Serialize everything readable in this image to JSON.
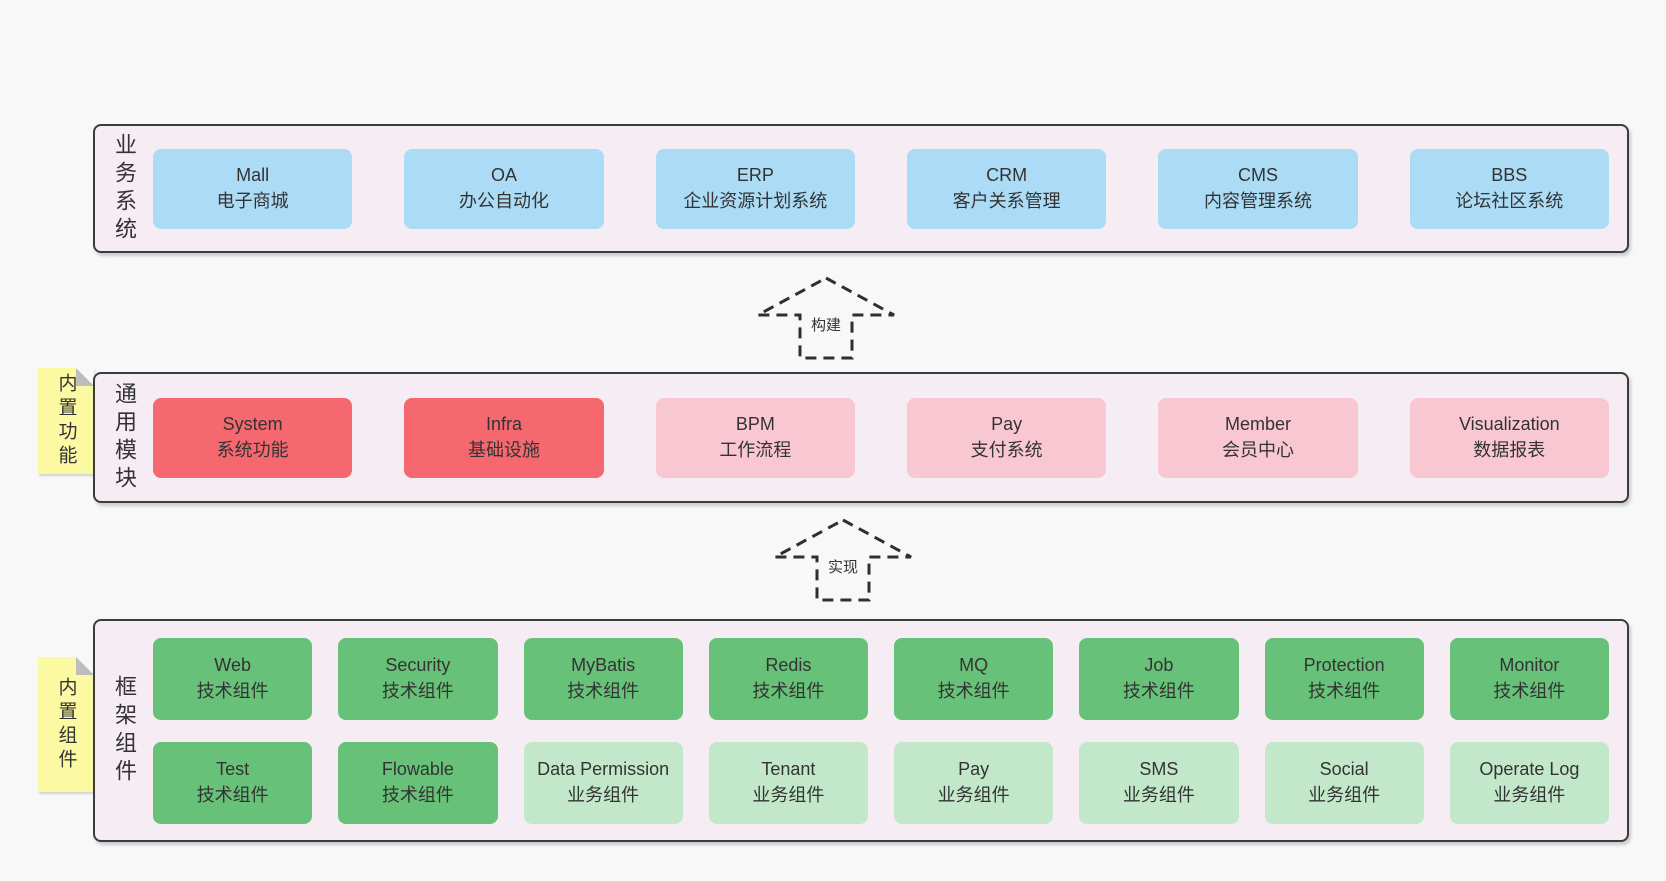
{
  "layers": {
    "business": {
      "side_label": "业务系统",
      "boxes": [
        {
          "en": "Mall",
          "zh": "电子商城"
        },
        {
          "en": "OA",
          "zh": "办公自动化"
        },
        {
          "en": "ERP",
          "zh": "企业资源计划系统"
        },
        {
          "en": "CRM",
          "zh": "客户关系管理"
        },
        {
          "en": "CMS",
          "zh": "内容管理系统"
        },
        {
          "en": "BBS",
          "zh": "论坛社区系统"
        }
      ]
    },
    "modules": {
      "side_label": "通用模块",
      "sticky_note": "内置功能",
      "boxes": [
        {
          "en": "System",
          "zh": "系统功能",
          "variant": "red"
        },
        {
          "en": "Infra",
          "zh": "基础设施",
          "variant": "red"
        },
        {
          "en": "BPM",
          "zh": "工作流程",
          "variant": "pink"
        },
        {
          "en": "Pay",
          "zh": "支付系统",
          "variant": "pink"
        },
        {
          "en": "Member",
          "zh": "会员中心",
          "variant": "pink"
        },
        {
          "en": "Visualization",
          "zh": "数据报表",
          "variant": "pink"
        }
      ]
    },
    "components": {
      "side_label": "框架组件",
      "sticky_note": "内置组件",
      "row1": [
        {
          "en": "Web",
          "zh": "技术组件",
          "variant": "green"
        },
        {
          "en": "Security",
          "zh": "技术组件",
          "variant": "green"
        },
        {
          "en": "MyBatis",
          "zh": "技术组件",
          "variant": "green"
        },
        {
          "en": "Redis",
          "zh": "技术组件",
          "variant": "green"
        },
        {
          "en": "MQ",
          "zh": "技术组件",
          "variant": "green"
        },
        {
          "en": "Job",
          "zh": "技术组件",
          "variant": "green"
        },
        {
          "en": "Protection",
          "zh": "技术组件",
          "variant": "green"
        },
        {
          "en": "Monitor",
          "zh": "技术组件",
          "variant": "green"
        }
      ],
      "row2": [
        {
          "en": "Test",
          "zh": "技术组件",
          "variant": "green"
        },
        {
          "en": "Flowable",
          "zh": "技术组件",
          "variant": "green"
        },
        {
          "en": "Data Permission",
          "zh": "业务组件",
          "variant": "lightgreen"
        },
        {
          "en": "Tenant",
          "zh": "业务组件",
          "variant": "lightgreen"
        },
        {
          "en": "Pay",
          "zh": "业务组件",
          "variant": "lightgreen"
        },
        {
          "en": "SMS",
          "zh": "业务组件",
          "variant": "lightgreen"
        },
        {
          "en": "Social",
          "zh": "业务组件",
          "variant": "lightgreen"
        },
        {
          "en": "Operate Log",
          "zh": "业务组件",
          "variant": "lightgreen"
        }
      ]
    }
  },
  "arrows": [
    {
      "label": "构建"
    },
    {
      "label": "实现"
    }
  ],
  "colors": {
    "page_bg": "#f8f8f8",
    "panel_bg": "#f6edf4",
    "panel_border": "#3c3c3c",
    "blue": "#abdbf5",
    "red": "#f5686f",
    "pink": "#f9c7d2",
    "green": "#68c178",
    "light_green": "#c2e8c9",
    "sticky_yellow": "#fbf9a2",
    "sticky_fold": "#bdbdbd",
    "text": "#333333",
    "arrow_stroke": "#2f2f2f"
  }
}
